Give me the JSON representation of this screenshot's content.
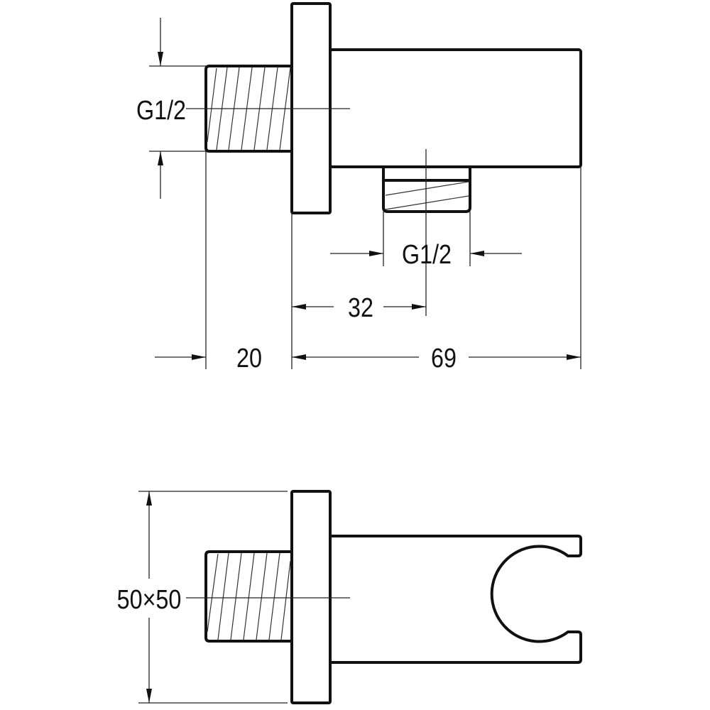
{
  "drawing": {
    "side_view": {
      "inlet_thread_label": "G1/2",
      "outlet_thread_label": "G1/2",
      "outlet_offset_label": "32",
      "thread_length_label": "20",
      "body_length_label": "69"
    },
    "top_view": {
      "flange_size_label": "50×50"
    }
  }
}
